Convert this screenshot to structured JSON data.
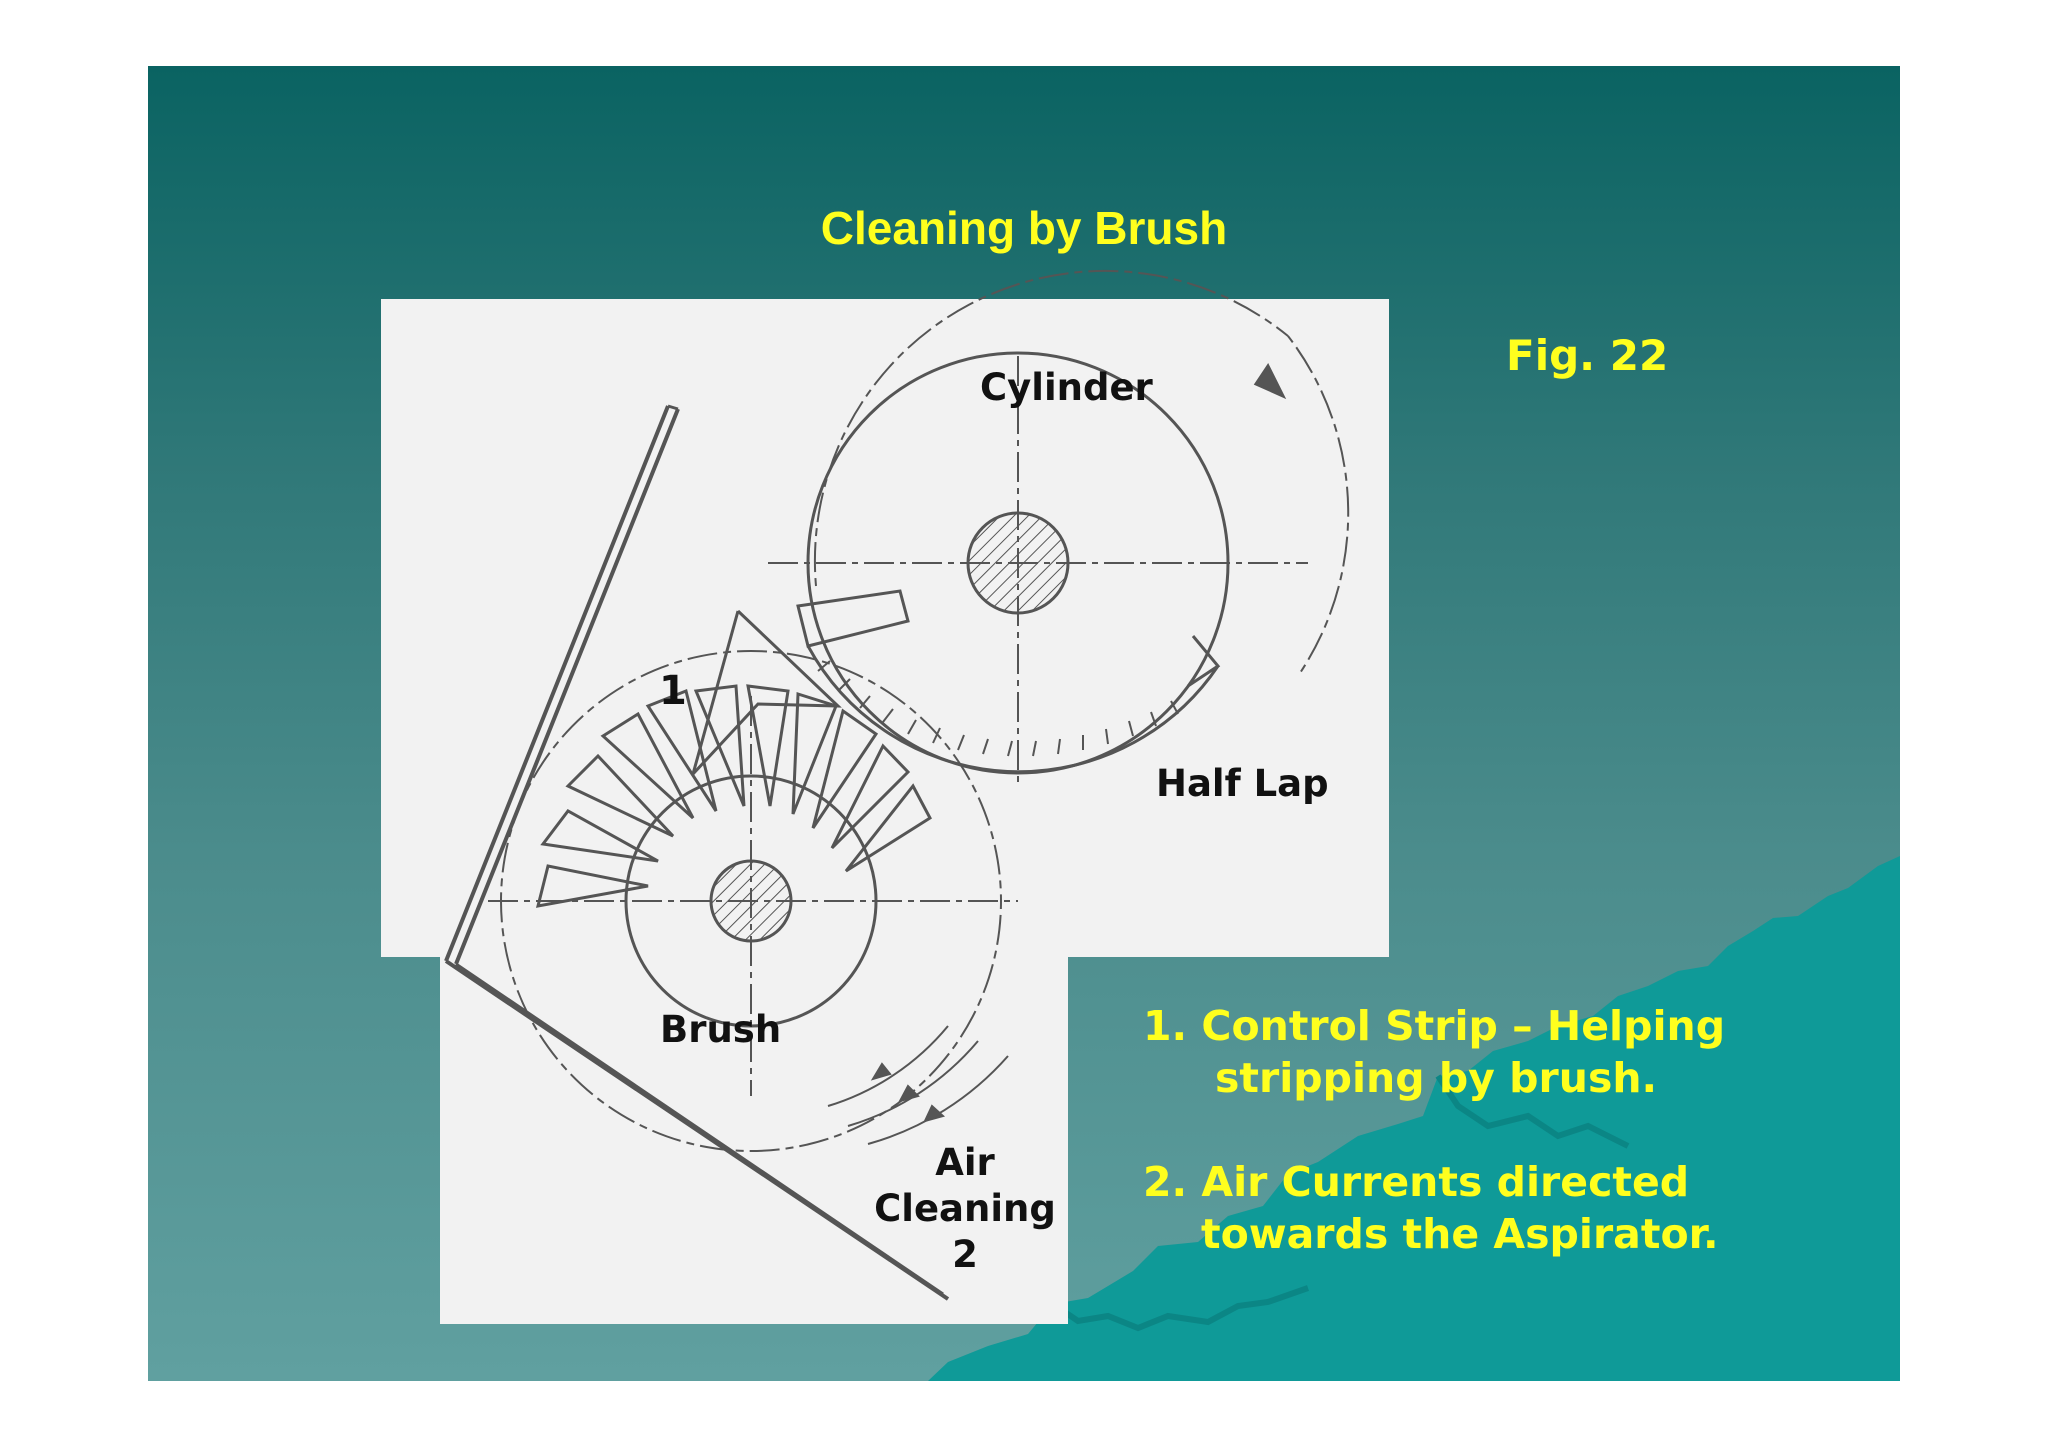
{
  "slide": {
    "title": "Cleaning by Brush",
    "figure_label": "Fig. 22"
  },
  "diagram": {
    "labels": {
      "cylinder": "Cylinder",
      "control_strip_number": "1",
      "half_lap": "Half Lap",
      "brush": "Brush",
      "air_line1": "Air",
      "air_line2": "Cleaning",
      "air_line3": "2"
    }
  },
  "notes": [
    {
      "line1": "1. Control Strip – Helping",
      "line2": "stripping by brush."
    },
    {
      "line1": "2. Air Currents directed",
      "line2": "towards the Aspirator."
    }
  ],
  "colors": {
    "accent_text": "#ffff1e",
    "background_top": "#0a6362",
    "background_bottom": "#60a0a0",
    "mountain": "#0f9a98"
  }
}
